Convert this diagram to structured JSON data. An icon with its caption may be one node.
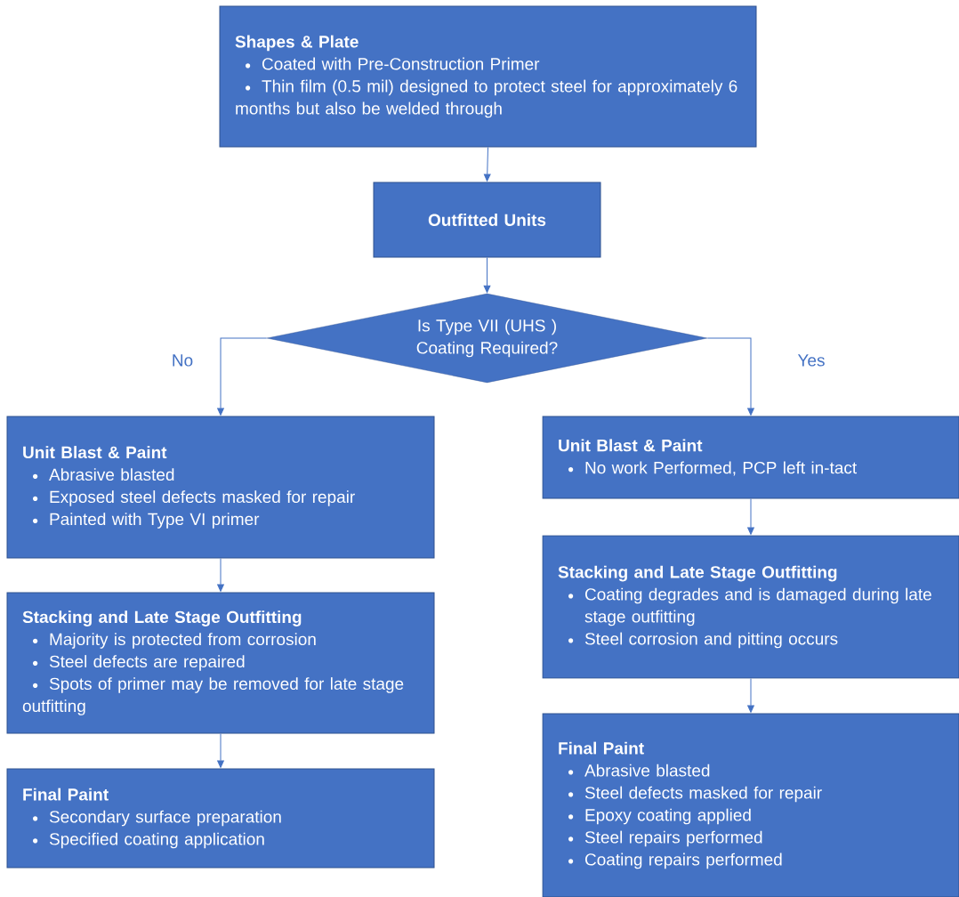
{
  "diagram": {
    "nodes": [
      {
        "text": [
          "Shapes & Plate",
          "Coated with Pre-Construction Primer",
          "Thin film (0.5 mil) designed to protect steel for approximately 6 months but also be welded through"
        ]
      },
      {
        "text": [
          "Outfitted Units"
        ]
      },
      {
        "text": [
          "Is Type VII (UHS ) Coating Required?"
        ]
      },
      {
        "text": [
          "Unit Blast & Paint",
          "Abrasive blasted",
          "Exposed steel defects masked for repair",
          "Painted with Type VI primer"
        ]
      },
      {
        "text": [
          "Stacking and Late Stage Outfitting",
          "Majority is protected from corrosion",
          "Steel defects are repaired",
          "Spots of primer may be removed for late stage outfitting"
        ]
      },
      {
        "text": [
          "Final Paint",
          "Secondary surface preparation",
          "Specified coating application"
        ]
      },
      {
        "text": [
          "Unit Blast & Paint",
          "No work Performed, PCP left in-tact"
        ]
      },
      {
        "text": [
          "Stacking and Late Stage Outfitting",
          "Coating degrades and is damaged during late stage outfitting",
          "Steel corrosion and pitting occurs"
        ]
      },
      {
        "text": [
          "Final Paint",
          "Abrasive blasted",
          "Steel defects masked for repair",
          "Epoxy coating applied",
          "Steel repairs performed",
          "Coating repairs performed"
        ]
      }
    ],
    "edges": [
      {
        "from": 0,
        "to": 1,
        "arrow": "to"
      },
      {
        "from": 1,
        "to": 2,
        "arrow": "to"
      },
      {
        "from": 2,
        "to": 3,
        "arrow": "to",
        "label": "No"
      },
      {
        "from": 2,
        "to": 6,
        "arrow": "to",
        "label": "Yes"
      },
      {
        "from": 3,
        "to": 4,
        "arrow": "to"
      },
      {
        "from": 4,
        "to": 5,
        "arrow": "to"
      },
      {
        "from": 6,
        "to": 7,
        "arrow": "to"
      },
      {
        "from": 7,
        "to": 8,
        "arrow": "to"
      }
    ]
  }
}
